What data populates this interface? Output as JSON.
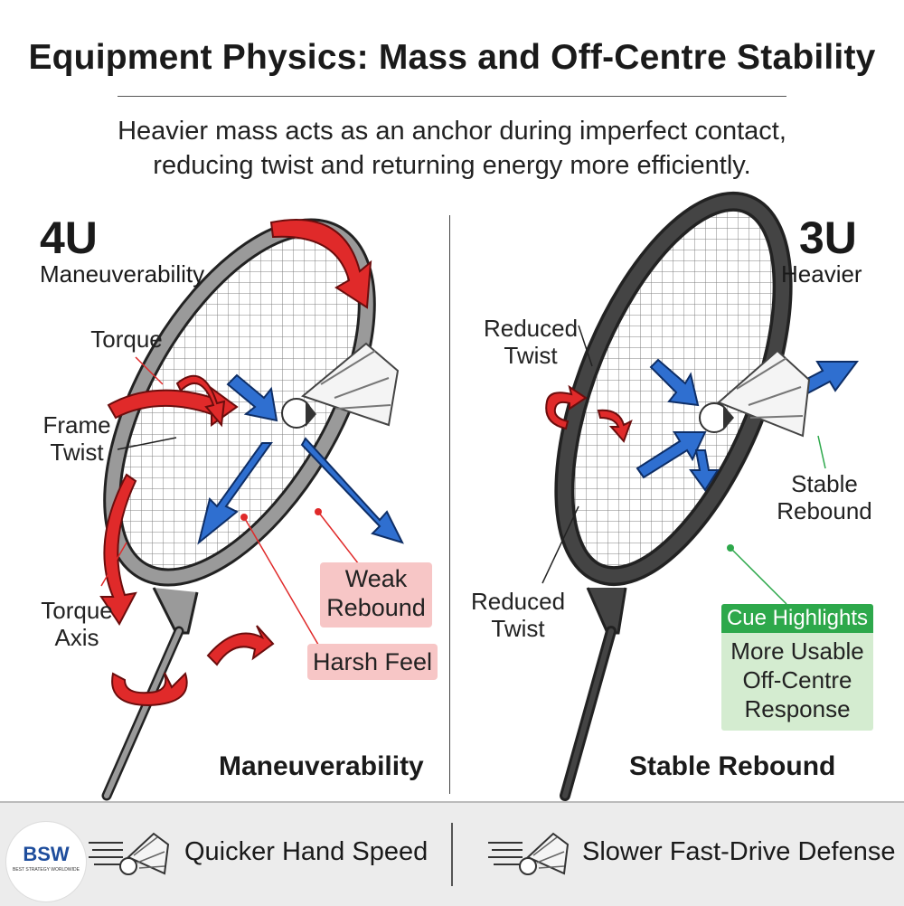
{
  "title": "Equipment Physics: Mass and Off-Centre Stability",
  "subtitle": {
    "line1": "Heavier mass acts as an anchor during imperfect contact,",
    "line2": "reducing twist and returning energy more efficiently."
  },
  "left": {
    "weight": "4U",
    "trait": "Maneuverability",
    "labels": {
      "torque": "Torque",
      "frame_twist_1": "Frame",
      "frame_twist_2": "Twist",
      "torque_axis_1": "Torque",
      "torque_axis_2": "Axis"
    },
    "weak_rebound_1": "Weak",
    "weak_rebound_2": "Rebound",
    "harsh_feel": "Harsh Feel",
    "bottom_label": "Maneuverability"
  },
  "right": {
    "weight": "3U",
    "trait": "Heavier",
    "labels": {
      "reduced_twist_top_1": "Reduced",
      "reduced_twist_top_2": "Twist",
      "reduced_twist_bottom_1": "Reduced",
      "reduced_twist_bottom_2": "Twist",
      "stable_rebound_1": "Stable",
      "stable_rebound_2": "Rebound"
    },
    "cue": {
      "header": "Cue Highlights",
      "line1": "More Usable",
      "line2": "Off-Centre",
      "line3": "Response"
    },
    "bottom_label": "Stable Rebound"
  },
  "footer": {
    "logo": "BSW",
    "logo_small": "BEST STRATEGY WORLDWIDE",
    "left_text": "Quicker Hand Speed",
    "right_text": "Slower Fast-Drive Defense",
    "left_icon": "shuttlecock-icon",
    "right_icon": "shuttlecock-icon"
  },
  "colors": {
    "torque_red": "#e02a2a",
    "impact_blue": "#2f6fd0",
    "stable_green": "#2da84b",
    "frame_4u": "#8a8a8a",
    "frame_3u": "#3c3c3c"
  }
}
